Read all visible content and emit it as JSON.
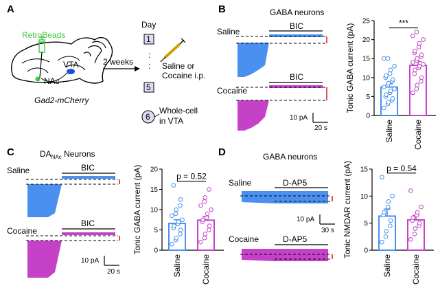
{
  "colors": {
    "saline": "#4a90f0",
    "cocaine": "#c542c8",
    "green": "#3ec83e",
    "scale_red": "#e02020",
    "vta_blue": "#1a4fd6"
  },
  "panelA": {
    "letter": "A",
    "retrobeads": "RetroBeads",
    "nac": "NAc",
    "vta": "VTA",
    "mouse": "Gad2-mCherry",
    "arrow_text": "2 weeks",
    "day_label": "Day",
    "day1": "1",
    "day5": "5",
    "dots": ":",
    "injection_l1": "Saline or",
    "injection_l2": "Cocaine i.p.",
    "day6": "6",
    "recording_l1": "Whole-cell",
    "recording_l2": "in VTA"
  },
  "panelB": {
    "letter": "B",
    "title": "GABA neurons",
    "saline": "Saline",
    "cocaine": "Cocaine",
    "drug": "BIC",
    "scale_y": "10 pA",
    "scale_x": "20 s"
  },
  "panelC": {
    "letter": "C",
    "title_prefix": "DA",
    "title_sub": "NAc",
    "title_suffix": " Neurons",
    "saline": "Saline",
    "cocaine": "Cocaine",
    "drug": "BIC",
    "scale_y": "10 pA",
    "scale_x": "20 s"
  },
  "panelD": {
    "letter": "D",
    "title": "GABA neurons",
    "saline": "Saline",
    "cocaine": "Cocaine",
    "drug": "D-AP5",
    "scale_y": "10 pA",
    "scale_x": "30 s"
  },
  "chart_data": [
    {
      "type": "bar",
      "id": "B",
      "ylabel": "Tonic GABA current (pA)",
      "categories": [
        "Saline",
        "Cocaine"
      ],
      "values": [
        7.5,
        13.2
      ],
      "sem": [
        0.8,
        1.0
      ],
      "ylim": [
        0,
        25
      ],
      "yticks": [
        0,
        5,
        10,
        15,
        20,
        25
      ],
      "significance": "***",
      "points": [
        [
          2.0,
          3.0,
          3.5,
          4.0,
          4.5,
          5.0,
          5.5,
          6.0,
          6.5,
          7.0,
          7.5,
          8.0,
          8.5,
          9.0,
          9.5,
          10.0,
          10.5,
          11.0,
          12.0,
          13.0,
          15.0,
          15.0
        ],
        [
          6.0,
          7.0,
          8.0,
          9.0,
          10.0,
          11.0,
          12.0,
          12.5,
          13.0,
          13.5,
          14.0,
          14.5,
          15.0,
          15.5,
          16.0,
          16.5,
          17.0,
          18.0,
          19.0,
          20.0,
          21.0,
          22.0
        ]
      ]
    },
    {
      "type": "bar",
      "id": "C",
      "ylabel": "Tonic GABA current (pA)",
      "categories": [
        "Saline",
        "Cocaine"
      ],
      "values": [
        6.6,
        7.4
      ],
      "sem": [
        0.9,
        0.9
      ],
      "ylim": [
        0,
        20
      ],
      "yticks": [
        0,
        5,
        10,
        15,
        20
      ],
      "significance": "p = 0.52",
      "points": [
        [
          1.5,
          2.5,
          3.0,
          4.0,
          5.0,
          5.5,
          6.0,
          6.5,
          7.0,
          7.5,
          8.5,
          9.0,
          10.0,
          11.0,
          12.5,
          16.0
        ],
        [
          2.0,
          3.0,
          4.0,
          5.0,
          6.0,
          7.0,
          7.5,
          8.0,
          9.0,
          10.0,
          11.0,
          12.0,
          13.0,
          15.0
        ]
      ]
    },
    {
      "type": "bar",
      "id": "D",
      "ylabel": "Tonic NMDAR current (pA)",
      "categories": [
        "Saline",
        "Cocaine"
      ],
      "values": [
        6.3,
        5.6
      ],
      "sem": [
        1.3,
        0.8
      ],
      "ylim": [
        0,
        15
      ],
      "yticks": [
        0,
        5,
        10,
        15
      ],
      "significance": "p = 0.54",
      "points": [
        [
          1.5,
          2.5,
          3.5,
          4.5,
          5.5,
          6.5,
          7.0,
          8.0,
          9.0,
          10.0,
          13.5
        ],
        [
          2.0,
          3.0,
          4.0,
          4.5,
          5.0,
          5.5,
          6.0,
          6.5,
          7.0,
          8.0,
          11.0
        ]
      ]
    }
  ]
}
